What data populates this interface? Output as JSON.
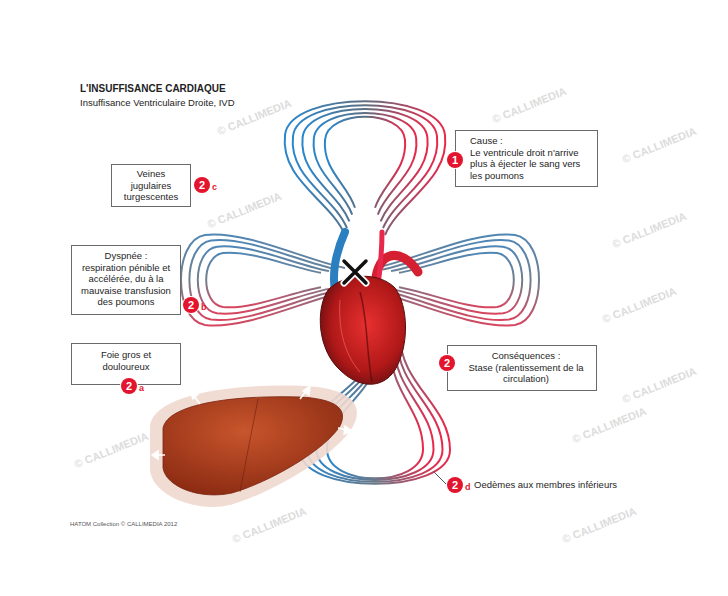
{
  "diagram": {
    "title": "L'INSUFFISANCE CARDIAQUE",
    "nodes": [
      {
        "text": [
          "Cause :",
          "Le ventricule droit n'arrive plus à éjecter le sang vers les poumons"
        ]
      },
      {
        "text": [
          "Veines jugulaires turgescentes"
        ]
      },
      {
        "text": [
          "Dyspnée :",
          "respiration pénible et accélérée, du à la mauvaise transfusion des poumons"
        ]
      },
      {
        "text": [
          "Foie gros et douloureux"
        ]
      },
      {
        "text": [
          "Conséquences :",
          "Stase (ralentissement de la circulation)"
        ]
      }
    ],
    "labels": [
      "Insuffisance Ventriculaire Droite, IVD",
      "1",
      "2",
      "c",
      "2",
      "b",
      "2",
      "a",
      "2",
      "2",
      "d",
      "Oedèmes aux membres inférieurs",
      "HATOM Collection © CALLIMEDIA 2012",
      "© CALLIMEDIA",
      "© CALLIMEDIA",
      "© CALLIMEDIA",
      "© CALLIMEDIA",
      "© CALLIMEDIA",
      "© CALLIMEDIA",
      "© CALLIMEDIA",
      "© CALLIMEDIA",
      "© CALLIMEDIA",
      "© CALLIMEDIA",
      "© CALLIMEDIA"
    ]
  }
}
